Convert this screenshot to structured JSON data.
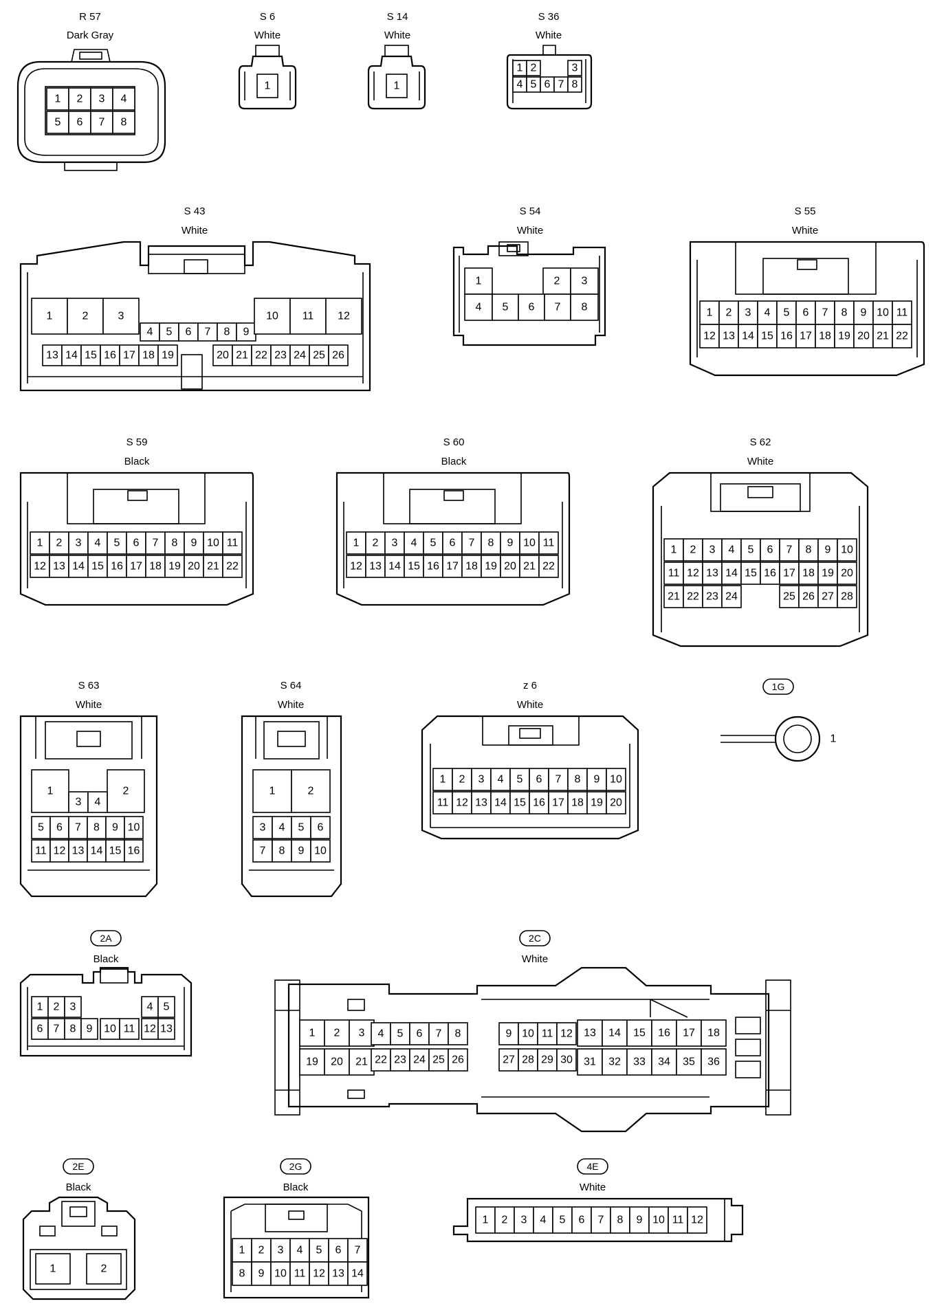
{
  "connectors": [
    {
      "id": "R57",
      "code": "R 57",
      "color": "Dark Gray",
      "pins": [
        "1",
        "2",
        "3",
        "4",
        "5",
        "6",
        "7",
        "8"
      ]
    },
    {
      "id": "S6",
      "code": "S 6",
      "color": "White",
      "pins": [
        "1"
      ]
    },
    {
      "id": "S14",
      "code": "S 14",
      "color": "White",
      "pins": [
        "1"
      ]
    },
    {
      "id": "S36",
      "code": "S 36",
      "color": "White",
      "pins": [
        "1",
        "2",
        "3",
        "4",
        "5",
        "6",
        "7",
        "8"
      ]
    },
    {
      "id": "S43",
      "code": "S 43",
      "color": "White",
      "pins": [
        "1",
        "2",
        "3",
        "4",
        "5",
        "6",
        "7",
        "8",
        "9",
        "10",
        "11",
        "12",
        "13",
        "14",
        "15",
        "16",
        "17",
        "18",
        "19",
        "20",
        "21",
        "22",
        "23",
        "24",
        "25",
        "26"
      ]
    },
    {
      "id": "S54",
      "code": "S 54",
      "color": "White",
      "pins": [
        "1",
        "2",
        "3",
        "4",
        "5",
        "6",
        "7",
        "8"
      ]
    },
    {
      "id": "S55",
      "code": "S 55",
      "color": "White",
      "pins": [
        "1",
        "2",
        "3",
        "4",
        "5",
        "6",
        "7",
        "8",
        "9",
        "10",
        "11",
        "12",
        "13",
        "14",
        "15",
        "16",
        "17",
        "18",
        "19",
        "20",
        "21",
        "22"
      ]
    },
    {
      "id": "S59",
      "code": "S 59",
      "color": "Black",
      "pins": [
        "1",
        "2",
        "3",
        "4",
        "5",
        "6",
        "7",
        "8",
        "9",
        "10",
        "11",
        "12",
        "13",
        "14",
        "15",
        "16",
        "17",
        "18",
        "19",
        "20",
        "21",
        "22"
      ]
    },
    {
      "id": "S60",
      "code": "S 60",
      "color": "Black",
      "pins": [
        "1",
        "2",
        "3",
        "4",
        "5",
        "6",
        "7",
        "8",
        "9",
        "10",
        "11",
        "12",
        "13",
        "14",
        "15",
        "16",
        "17",
        "18",
        "19",
        "20",
        "21",
        "22"
      ]
    },
    {
      "id": "S62",
      "code": "S 62",
      "color": "White",
      "pins": [
        "1",
        "2",
        "3",
        "4",
        "5",
        "6",
        "7",
        "8",
        "9",
        "10",
        "11",
        "12",
        "13",
        "14",
        "15",
        "16",
        "17",
        "18",
        "19",
        "20",
        "21",
        "22",
        "23",
        "24",
        "25",
        "26",
        "27",
        "28"
      ]
    },
    {
      "id": "S63",
      "code": "S 63",
      "color": "White",
      "pins": [
        "1",
        "2",
        "3",
        "4",
        "5",
        "6",
        "7",
        "8",
        "9",
        "10",
        "11",
        "12",
        "13",
        "14",
        "15",
        "16"
      ]
    },
    {
      "id": "S64",
      "code": "S 64",
      "color": "White",
      "pins": [
        "1",
        "2",
        "3",
        "4",
        "5",
        "6",
        "7",
        "8",
        "9",
        "10"
      ]
    },
    {
      "id": "z6",
      "code": "z 6",
      "color": "White",
      "pins": [
        "1",
        "2",
        "3",
        "4",
        "5",
        "6",
        "7",
        "8",
        "9",
        "10",
        "11",
        "12",
        "13",
        "14",
        "15",
        "16",
        "17",
        "18",
        "19",
        "20"
      ]
    },
    {
      "id": "1G",
      "code": "1G",
      "color": "",
      "pins": [
        "1"
      ]
    },
    {
      "id": "2A",
      "code": "2A",
      "color": "Black",
      "pins": [
        "1",
        "2",
        "3",
        "4",
        "5",
        "6",
        "7",
        "8",
        "9",
        "10",
        "11",
        "12",
        "13"
      ]
    },
    {
      "id": "2C",
      "code": "2C",
      "color": "White",
      "pins": [
        "1",
        "2",
        "3",
        "4",
        "5",
        "6",
        "7",
        "8",
        "9",
        "10",
        "11",
        "12",
        "13",
        "14",
        "15",
        "16",
        "17",
        "18",
        "19",
        "20",
        "21",
        "22",
        "23",
        "24",
        "25",
        "26",
        "27",
        "28",
        "29",
        "30",
        "31",
        "32",
        "33",
        "34",
        "35",
        "36"
      ]
    },
    {
      "id": "2E",
      "code": "2E",
      "color": "Black",
      "pins": [
        "1",
        "2"
      ]
    },
    {
      "id": "2G",
      "code": "2G",
      "color": "Black",
      "pins": [
        "1",
        "2",
        "3",
        "4",
        "5",
        "6",
        "7",
        "8",
        "9",
        "10",
        "11",
        "12",
        "13",
        "14"
      ]
    },
    {
      "id": "4E",
      "code": "4E",
      "color": "White",
      "pins": [
        "1",
        "2",
        "3",
        "4",
        "5",
        "6",
        "7",
        "8",
        "9",
        "10",
        "11",
        "12"
      ]
    }
  ]
}
